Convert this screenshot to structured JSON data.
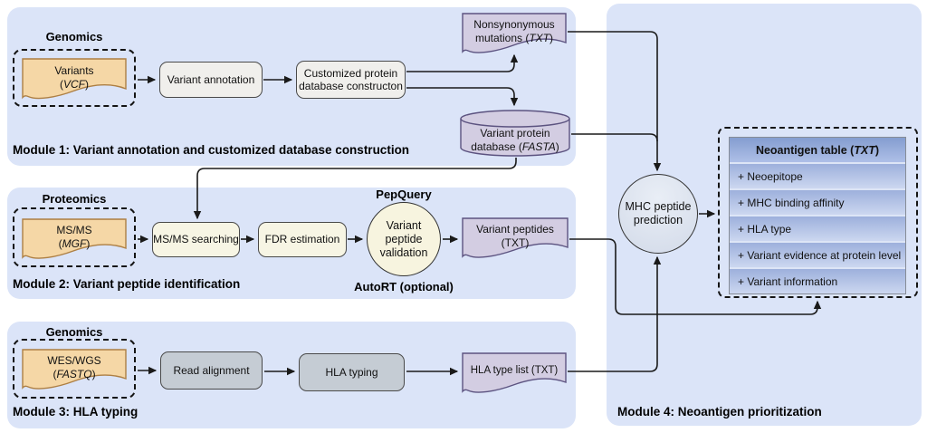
{
  "modules": [
    {
      "title": "Module 1: Variant annotation and customized database construction"
    },
    {
      "title": "Module 2: Variant peptide identification"
    },
    {
      "title": "Module 3: HLA typing"
    },
    {
      "title": "Module 4: Neoantigen prioritization"
    }
  ],
  "groups": {
    "m1_input": "Genomics",
    "m2_input": "Proteomics",
    "m3_input": "Genomics"
  },
  "nodes": {
    "variants": {
      "name": "Variants",
      "open": "(",
      "fmt": "VCF",
      "close": ")"
    },
    "variant_annotation": {
      "label": "Variant annotation"
    },
    "custom_db": {
      "l1": "Customized protein",
      "l2": "database constructon"
    },
    "nonsyn": {
      "l1": "Nonsynonymous",
      "l2a": "mutations (",
      "fmt": "TXT",
      "l2b": ")"
    },
    "vpdb": {
      "l1": "Variant protein",
      "l2a": "database (",
      "fmt": "FASTA",
      "l2b": ")"
    },
    "msms": {
      "name": "MS/MS",
      "open": "(",
      "fmt": "MGF",
      "close": ")"
    },
    "msms_searching": {
      "label": "MS/MS searching"
    },
    "fdr": {
      "label": "FDR estimation"
    },
    "validation": {
      "l1": "Variant peptide",
      "l2": "validation",
      "tool_top": "PepQuery",
      "tool_bottom": "AutoRT (optional)"
    },
    "variant_peptides": {
      "l1": "Variant peptides",
      "l2": "(TXT)"
    },
    "wes": {
      "name": "WES/WGS",
      "open": "(",
      "fmt": "FASTQ",
      "close": ")"
    },
    "read_alignment": {
      "label": "Read alignment"
    },
    "hla_typing": {
      "label": "HLA typing"
    },
    "hla_list": {
      "label": "HLA type list (TXT)"
    },
    "mhc": {
      "l1": "MHC peptide",
      "l2": "prediction"
    }
  },
  "table": {
    "header_a": "Neoantigen table (",
    "header_fmt": "TXT",
    "header_b": ")",
    "rows": [
      "+ Neoepitope",
      "+ MHC binding affinity",
      "+ HLA type",
      "+ Variant evidence at protein level",
      "+ Variant information"
    ]
  },
  "colors": {
    "module_bg": "#dbe4f8",
    "module_border": "#8099d8",
    "input_doc_fill": "#f5d7a6",
    "input_doc_stroke": "#ad7f44",
    "output_doc_fill": "#d3cde2",
    "output_doc_stroke": "#5c5380",
    "process_box_m1": "#f0efec",
    "process_box_m2": "#f7f5e4",
    "process_box_m3": "#c5ccd4",
    "table_header": "#849dd0",
    "table_row_top": "#9db0dc",
    "table_row_bottom": "#ccd7f0",
    "arrow": "#1a1a1a"
  }
}
